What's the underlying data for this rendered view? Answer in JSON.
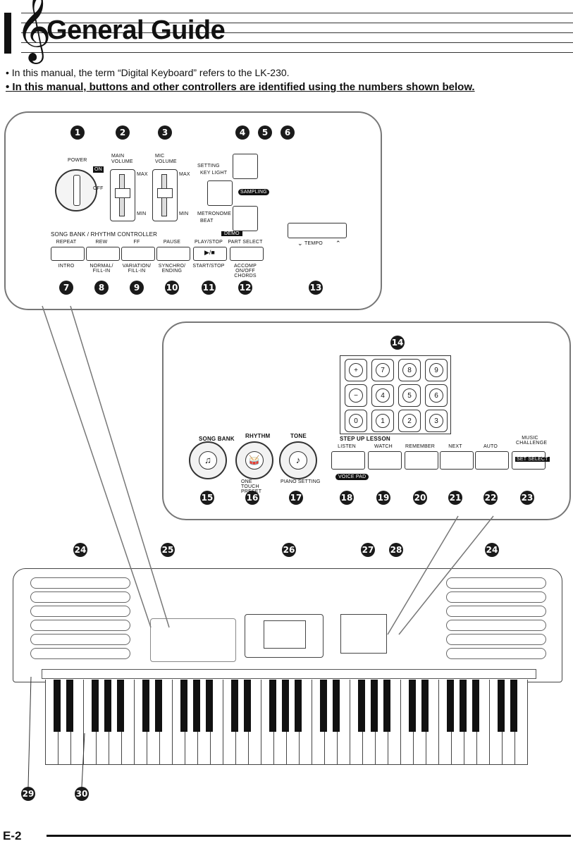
{
  "header": {
    "title": "General Guide"
  },
  "notes": [
    "In this manual, the term “Digital Keyboard” refers to the LK-230.",
    "In this manual, buttons and other controllers are identified using the numbers shown below."
  ],
  "panel1": {
    "power": "POWER",
    "on": "ON",
    "off": "OFF",
    "main_volume": "MAIN VOLUME",
    "mic_volume": "MIC VOLUME",
    "max": "MAX",
    "min": "MIN",
    "setting": "SETTING",
    "key_light": "KEY LIGHT",
    "sampling": "SAMPLING",
    "metronome": "METRONOME",
    "beat": "BEAT",
    "tempo": "TEMPO",
    "controller_title": "SONG BANK / RHYTHM CONTROLLER",
    "demo": "DEMO",
    "top_labels": [
      "REPEAT",
      "REW",
      "FF",
      "PAUSE",
      "PLAY/STOP",
      "PART SELECT"
    ],
    "bottom_labels": [
      "INTRO",
      "NORMAL/ FILL-IN",
      "VARIATION/ FILL-IN",
      "SYNCHRO/ ENDING",
      "START/STOP",
      "ACCOMP ON/OFF CHORDS"
    ],
    "numbers": [
      "1",
      "2",
      "3",
      "4",
      "5",
      "6",
      "7",
      "8",
      "9",
      "10",
      "11",
      "12",
      "13"
    ]
  },
  "panel2": {
    "keypad": [
      "+",
      "7",
      "8",
      "9",
      "−",
      "4",
      "5",
      "6",
      "0",
      "1",
      "2",
      "3"
    ],
    "dials": [
      "SONG BANK",
      "RHYTHM",
      "TONE"
    ],
    "one_touch": "ONE TOUCH PRESET",
    "piano_setting": "PIANO SETTING",
    "step_up": "STEP UP LESSON",
    "lesson": [
      "LISTEN",
      "WATCH",
      "REMEMBER",
      "NEXT",
      "AUTO"
    ],
    "music_challenge": "MUSIC CHALLENGE",
    "set_select": "SET SELECT",
    "voice_pad": "VOICE PAD",
    "numbers": [
      "14",
      "15",
      "16",
      "17",
      "18",
      "19",
      "20",
      "21",
      "22",
      "23"
    ]
  },
  "keyboard": {
    "numbers": [
      "24",
      "25",
      "26",
      "27",
      "28",
      "24",
      "29",
      "30"
    ]
  },
  "footer": {
    "page": "E-2"
  }
}
